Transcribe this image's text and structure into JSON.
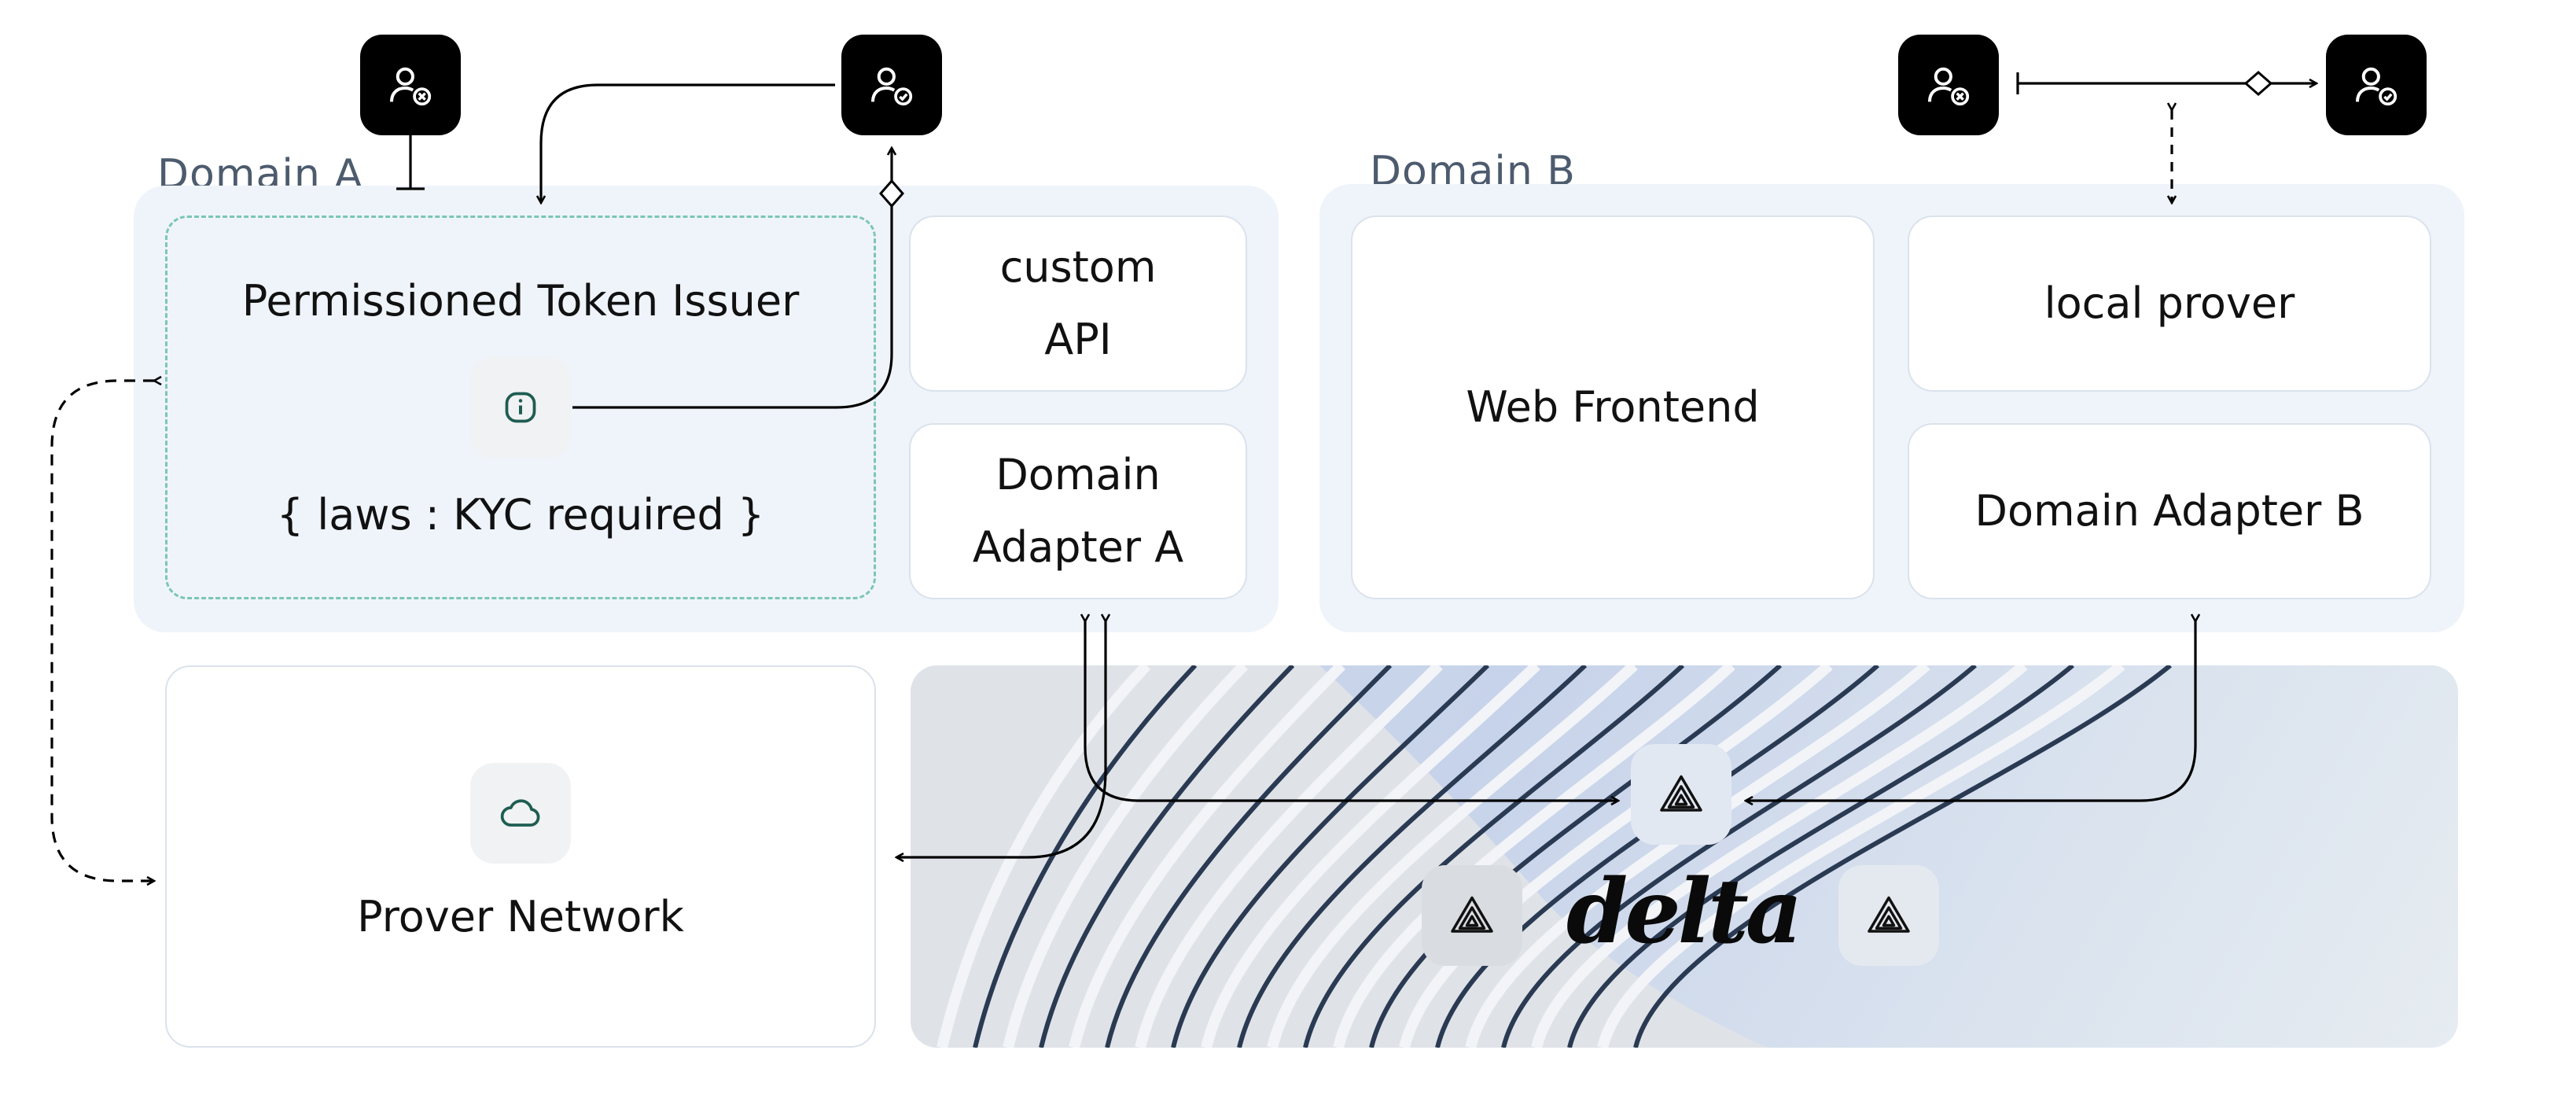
{
  "domain_a": {
    "label": "Domain A",
    "issuer_title": "Permissioned  Token Issuer",
    "issuer_law": "{ laws : KYC required }",
    "custom_api_line1": "custom",
    "custom_api_line2": "API",
    "adapter_line1": "Domain",
    "adapter_line2": "Adapter A"
  },
  "domain_b": {
    "label": "Domain B",
    "web_frontend": "Web Frontend",
    "local_prover": "local prover",
    "adapter": "Domain Adapter B"
  },
  "prover_network": {
    "label": "Prover Network"
  },
  "delta": {
    "logo_text": "delta"
  },
  "icons": {
    "user_rejected": "user-x-icon",
    "user_approved": "user-check-icon",
    "info": "info-icon",
    "cloud": "cloud-icon",
    "delta_node": "delta-triangle-icon"
  },
  "colors": {
    "panel": "#eff4fb",
    "issuer_border": "#7cc6b3",
    "label_text": "#4d5b6e",
    "connector": "#000000"
  }
}
